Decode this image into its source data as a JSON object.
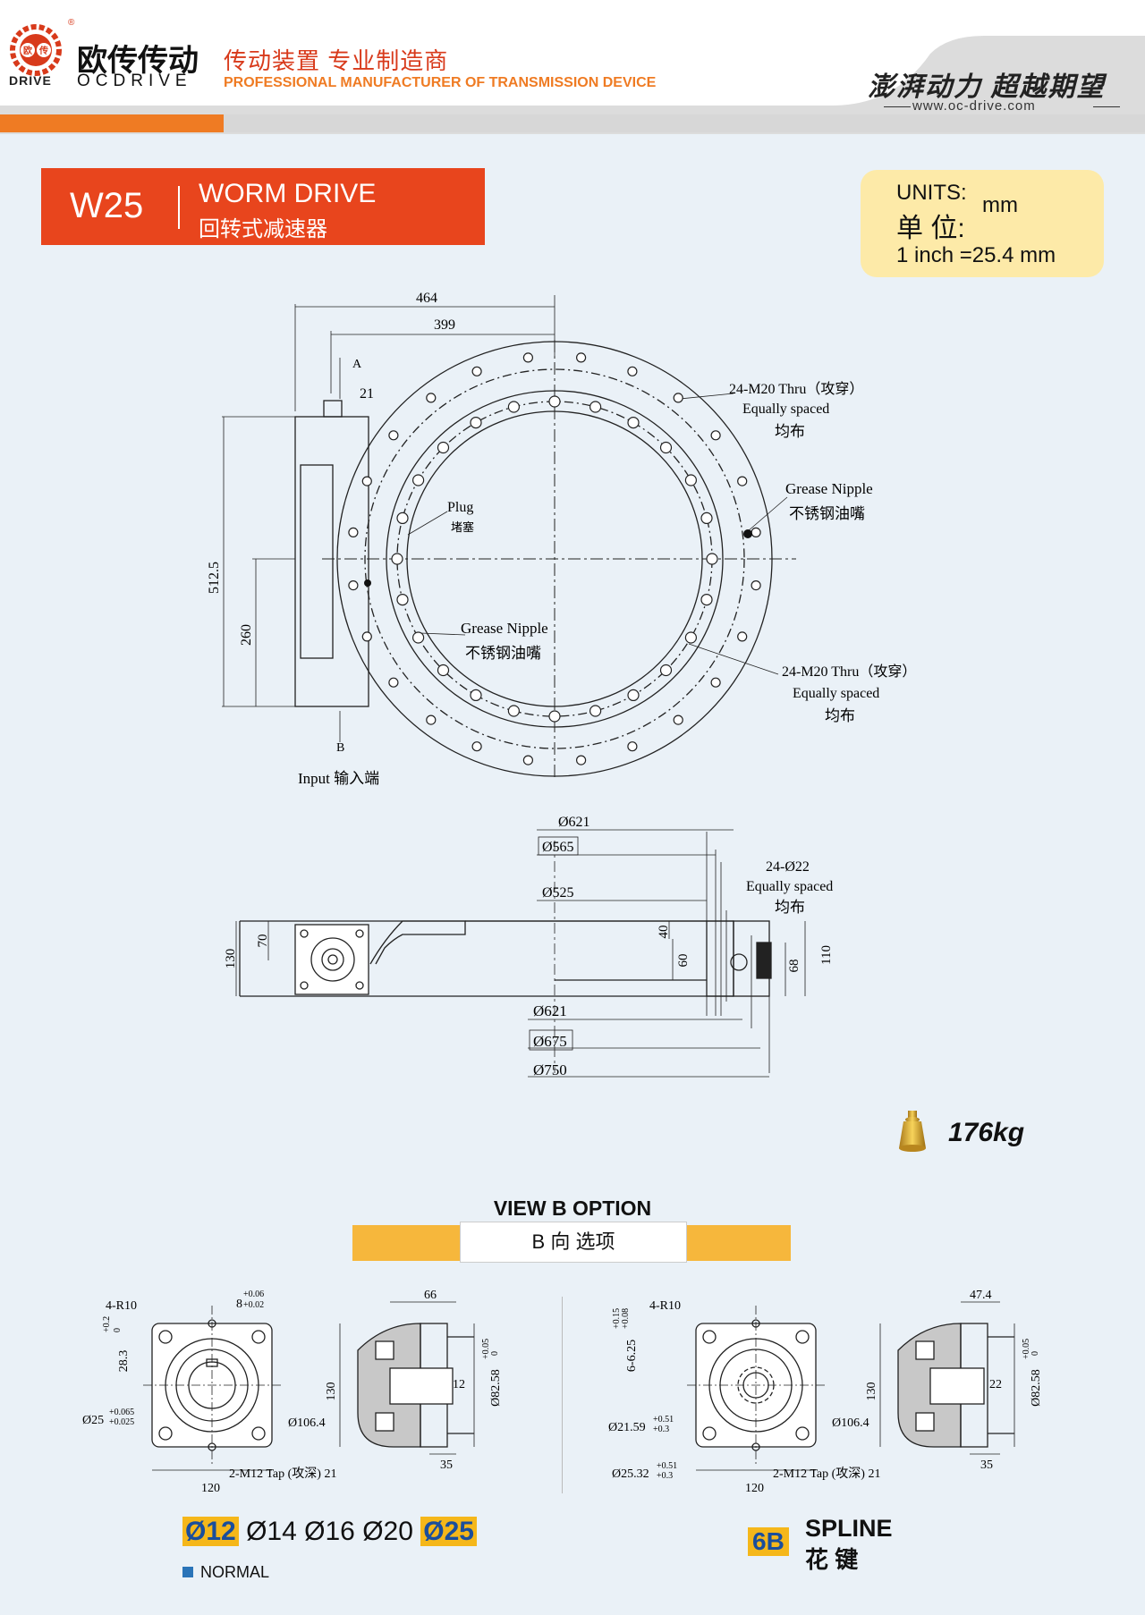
{
  "header": {
    "brand_cn": "欧传传动",
    "brand_en": "OCDRIVE",
    "logo_badge_left": "欧",
    "logo_badge_right": "传",
    "logo_word": "DRIVE",
    "registered": "®",
    "tagline_cn": "传动装置 专业制造商",
    "tagline_en": "PROFESSIONAL MANUFACTURER OF TRANSMISSION DEVICE",
    "slogan_cn": "澎湃动力 超越期望",
    "website": "www.oc-drive.com"
  },
  "title": {
    "model": "W25",
    "name_en": "WORM DRIVE",
    "name_cn": "回转式减速器"
  },
  "units": {
    "label_en": "UNITS:",
    "label_cn": "单 位:",
    "unit": "mm",
    "conversion": "1 inch =25.4 mm"
  },
  "top_view": {
    "dim_464": "464",
    "dim_399": "399",
    "dim_21": "21",
    "label_a": "A",
    "label_b": "B",
    "dim_512": "512.5",
    "dim_260": "260",
    "input_label": "Input 输入端",
    "plug_en": "Plug",
    "plug_cn": "堵塞",
    "thru_top_en": "24-M20 Thru（攻穿）",
    "thru_top_eq": "Equally spaced",
    "thru_top_cn": "均布",
    "grease_right_en": "Grease Nipple",
    "grease_right_cn": "不锈钢油嘴",
    "grease_left_en": "Grease Nipple",
    "grease_left_cn": "不锈钢油嘴",
    "thru_bottom_en": "24-M20 Thru（攻穿）",
    "thru_bottom_eq": "Equally spaced",
    "thru_bottom_cn": "均布"
  },
  "side_view": {
    "d621_top": "Ø621",
    "d565": "Ø565",
    "d525": "Ø525",
    "holes_en": "24-Ø22",
    "holes_eq": "Equally spaced",
    "holes_cn": "均布",
    "dim_130": "130",
    "dim_70": "70",
    "dim_40": "40",
    "dim_60": "60",
    "dim_68": "68",
    "dim_110": "110",
    "d621_bottom": "Ø621",
    "d675": "Ø675",
    "d750": "Ø750"
  },
  "weight": "176kg",
  "view_b": {
    "title_en": "VIEW B OPTION",
    "title_cn": "B 向 选项"
  },
  "option_left": {
    "r10": "4-R10",
    "keyw": "8",
    "keyw_tol_up": "+0.06",
    "keyw_tol_dn": "+0.02",
    "dim_283": "28.3",
    "tol_283_up": "+0.2",
    "tol_283_dn": "0",
    "dim_25": "Ø25",
    "tol_25_up": "+0.065",
    "tol_25_dn": "+0.025",
    "d1064": "Ø106.4",
    "tap": "2-M12 Tap (攻深) 21",
    "dim_120": "120",
    "dim_130": "130",
    "dim_66": "66",
    "dim_12": "12",
    "d8258": "Ø82.58",
    "tol_8258_up": "+0.05",
    "tol_8258_dn": "0",
    "dim_35": "35"
  },
  "option_right": {
    "r10": "4-R10",
    "dim_625": "6-6.25",
    "tol_625_up": "+0.15",
    "tol_625_dn": "+0.08",
    "d2159": "Ø21.59",
    "tol_2159_up": "+0.51",
    "tol_2159_dn": "+0.3",
    "d2532": "Ø25.32",
    "tol_2532_up": "+0.51",
    "tol_2532_dn": "+0.3",
    "d1064": "Ø106.4",
    "tap": "2-M12 Tap (攻深) 21",
    "dim_120": "120",
    "dim_130": "130",
    "dim_474": "47.4",
    "dim_22": "22",
    "d8258": "Ø82.58",
    "tol_8258_up": "+0.05",
    "tol_8258_dn": "0",
    "dim_35": "35"
  },
  "shaft_options": {
    "items": [
      "Ø12",
      "Ø14",
      "Ø16",
      "Ø20",
      "Ø25"
    ],
    "legend": "NORMAL",
    "spline_code": "6B",
    "spline_en": "SPLINE",
    "spline_cn": "花 键"
  },
  "colors": {
    "brand_red": "#d83a1b",
    "orange": "#ef7b23",
    "cream": "#fdeaa8",
    "highlight_yellow": "#f5b71a",
    "legend_blue": "#2a74b8",
    "background": "#eaf1f7"
  }
}
